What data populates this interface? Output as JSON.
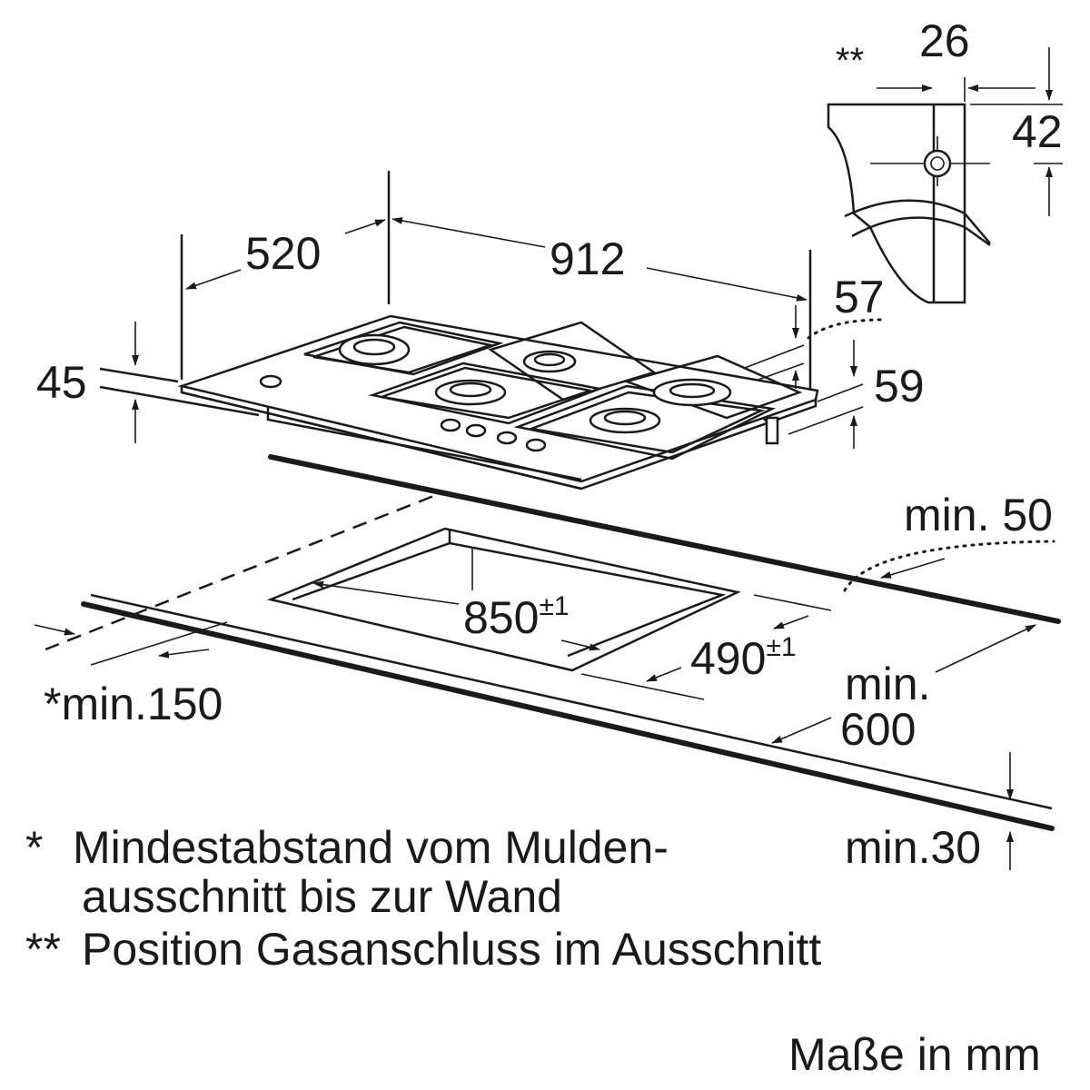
{
  "dimensions": {
    "width_overall": "912",
    "depth_overall": "520",
    "height_front": "45",
    "height_rear": "57",
    "height_side": "59",
    "gas_offset_x": "26",
    "gas_offset_y": "42",
    "cutout_width": "850",
    "cutout_width_tolerance": "±1",
    "cutout_depth": "490",
    "cutout_depth_tolerance": "±1",
    "min_rear_gap": "min. 50",
    "min_worktop_depth_line1": "min.",
    "min_worktop_depth_line2": "600",
    "min_front_edge": "min.30",
    "min_wall_distance": "*min.150",
    "gas_marker": "**"
  },
  "notes": {
    "note1_marker": "*",
    "note1_line1": "Mindestabstand vom Mulden-",
    "note1_line2": "ausschnitt bis zur Wand",
    "note2_marker": "**",
    "note2_text": "Position Gasanschluss im Ausschnitt"
  },
  "units_label": "Maße in mm"
}
